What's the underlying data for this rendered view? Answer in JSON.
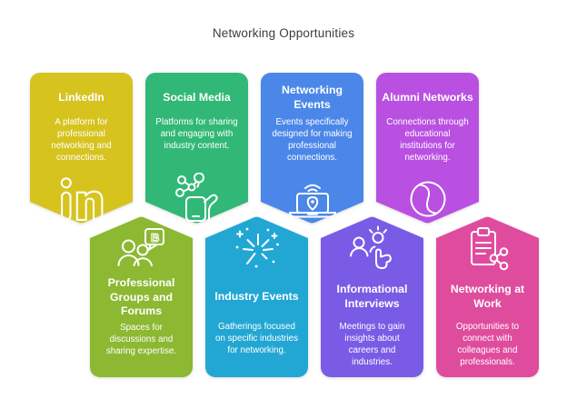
{
  "title": "Networking Opportunities",
  "cards": [
    {
      "id": "linkedin",
      "title": "LinkedIn",
      "description": "A platform for professional networking and connections.",
      "color": "#d6c31e",
      "icon": "linkedin-icon",
      "row": "top"
    },
    {
      "id": "social-media",
      "title": "Social Media",
      "description": "Platforms for sharing and engaging with industry content.",
      "color": "#31b877",
      "icon": "phone-network-icon",
      "row": "top"
    },
    {
      "id": "networking-events",
      "title": "Networking Events",
      "description": "Events specifically designed for making professional connections.",
      "color": "#4b87e8",
      "icon": "laptop-location-icon",
      "row": "top"
    },
    {
      "id": "alumni-networks",
      "title": "Alumni Networks",
      "description": "Connections through educational institutions for networking.",
      "color": "#b950e2",
      "icon": "interlocked-circle-icon",
      "row": "top"
    },
    {
      "id": "professional-groups-and-forums",
      "title": "Professional Groups and Forums",
      "description": "Spaces for discussions and sharing expertise.",
      "color": "#8cb832",
      "icon": "group-chat-icon",
      "row": "bottom"
    },
    {
      "id": "industry-events",
      "title": "Industry Events",
      "description": "Gatherings focused on specific industries for networking.",
      "color": "#22a7d4",
      "icon": "fireworks-icon",
      "row": "bottom"
    },
    {
      "id": "informational-interviews",
      "title": "Informational Interviews",
      "description": "Meetings to gain insights about careers and industries.",
      "color": "#7a5be6",
      "icon": "interview-hand-icon",
      "row": "bottom"
    },
    {
      "id": "networking-at-work",
      "title": "Networking at Work",
      "description": "Opportunities to connect with colleagues and professionals.",
      "color": "#df4c9e",
      "icon": "clipboard-share-icon",
      "row": "bottom"
    }
  ]
}
